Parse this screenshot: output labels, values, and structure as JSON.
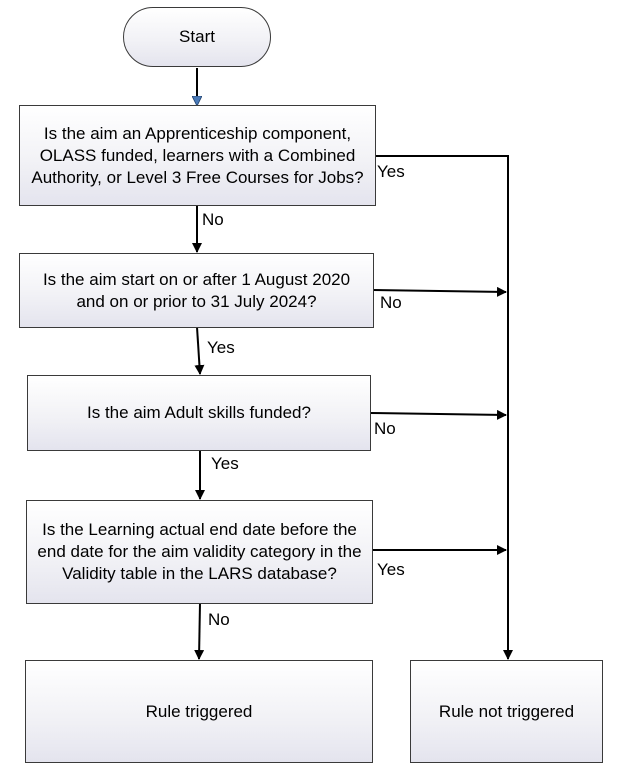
{
  "start": "Start",
  "q1": "Is the aim an Apprenticeship component, OLASS funded, learners with a Combined Authority, or Level 3 Free Courses for Jobs?",
  "q2": "Is the aim start on or after 1 August 2020 and on or prior to 31 July 2024?",
  "q3": "Is the aim Adult skills funded?",
  "q4": "Is the Learning actual end date before the end date for the aim validity category in the Validity table in the LARS database?",
  "outcome_triggered": "Rule triggered",
  "outcome_not_triggered": "Rule not triggered",
  "labels": {
    "q1_no": "No",
    "q1_yes": "Yes",
    "q2_yes": "Yes",
    "q2_no": "No",
    "q3_yes": "Yes",
    "q3_no": "No",
    "q4_no": "No",
    "q4_yes": "Yes"
  }
}
